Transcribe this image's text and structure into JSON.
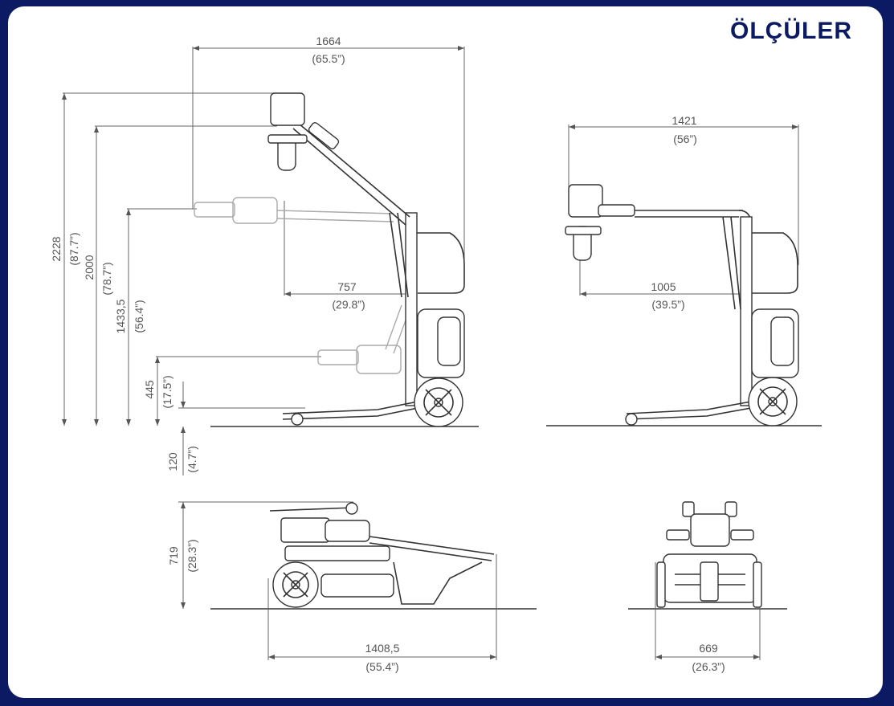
{
  "title": "ÖLÇÜLER",
  "colors": {
    "frame": "#0b1a63",
    "line": "#555555"
  },
  "side_view": {
    "width": {
      "mm": "1664",
      "in": "(65.5”)"
    },
    "reach": {
      "mm": "757",
      "in": "(29.8”)"
    },
    "height_max": {
      "mm": "2228",
      "in": "(87.7”)"
    },
    "height_hook": {
      "mm": "2000",
      "in": "(78.7”)"
    },
    "height_mid": {
      "mm": "1433,5",
      "in": "(56.4”)"
    },
    "height_low": {
      "mm": "445",
      "in": "(17.5”)"
    },
    "floor_gap": {
      "mm": "120",
      "in": "(4.7”)"
    }
  },
  "side_view_2": {
    "width": {
      "mm": "1421",
      "in": "(56”)"
    },
    "reach": {
      "mm": "1005",
      "in": "(39.5”)"
    }
  },
  "folded_view": {
    "height": {
      "mm": "719",
      "in": "(28.3”)"
    },
    "length": {
      "mm": "1408,5",
      "in": "(55.4”)"
    }
  },
  "front_view": {
    "width": {
      "mm": "669",
      "in": "(26.3”)"
    }
  }
}
